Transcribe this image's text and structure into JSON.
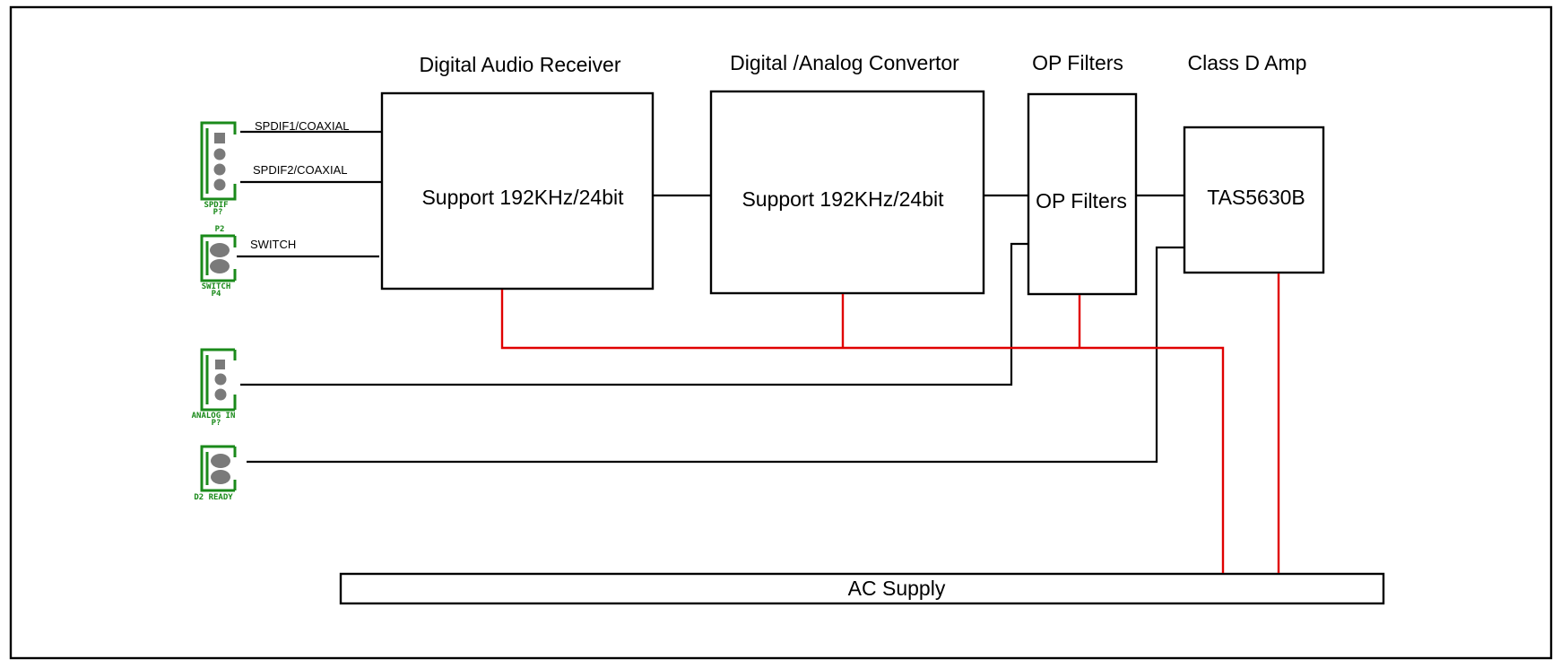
{
  "headers": {
    "receiver": "Digital Audio Receiver",
    "dac": "Digital /Analog Convertor",
    "filters": "OP Filters",
    "amp": "Class D Amp"
  },
  "blocks": {
    "receiver": "Support 192KHz/24bit",
    "dac": "Support 192KHz/24bit",
    "filters": "OP Filters",
    "amp": "TAS5630B",
    "supply": "AC Supply"
  },
  "signals": {
    "spdif1": "SPDIF1/COAXIAL",
    "spdif2": "SPDIF2/COAXIAL",
    "switch": "SWITCH"
  },
  "connectors": {
    "spdif_name": "SPDIF",
    "spdif_ref": "P?",
    "switch_ref_top": "P2",
    "switch_name": "SWITCH",
    "switch_ref": "P4",
    "analog_name": "ANALOG IN",
    "analog_ref": "P?",
    "ready_name": "D2 READY"
  },
  "colors": {
    "power_line": "#e00000",
    "connector": "#1a8a1a",
    "signal_line": "#000000"
  }
}
